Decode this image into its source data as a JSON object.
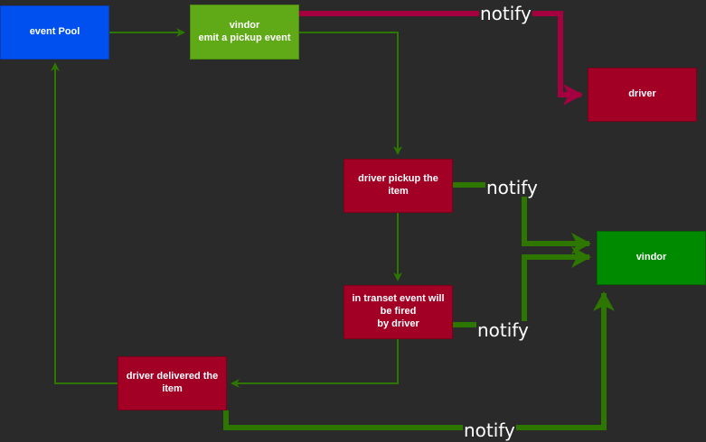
{
  "colors": {
    "background": "#2a2a2a",
    "blue_node": "#0050ef",
    "green_light_node": "#60a917",
    "green_dark_node": "#008a00",
    "red_node": "#a20025",
    "green_edge": "#2d7600",
    "red_edge": "#a50040",
    "text": "#ffffff"
  },
  "nodes": {
    "event_pool": {
      "label": "event Pool"
    },
    "vindor_emit": {
      "label": "vindor\nemit a pickup event"
    },
    "driver_top": {
      "label": "driver"
    },
    "driver_pickup": {
      "label": "driver pickup the item"
    },
    "vindor_right": {
      "label": "vindor"
    },
    "in_transit": {
      "label": "in transet event will\nbe fired\nby driver"
    },
    "driver_delivered": {
      "label": "driver delivered the\nitem"
    }
  },
  "edge_labels": {
    "notify_to_driver": "notify",
    "notify_pickup": "notify",
    "notify_transit": "notify",
    "notify_delivered": "notify"
  }
}
